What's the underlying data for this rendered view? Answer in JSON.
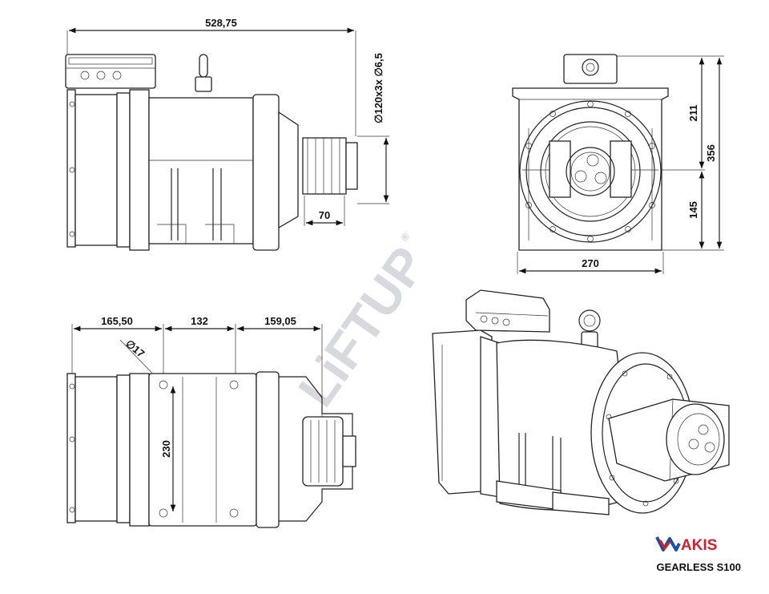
{
  "dimensions": {
    "overall_length": "528,75",
    "flange_holes": "∅120x3x ∅6,5",
    "sheave_width": "70",
    "upper_height": "211",
    "total_height": "356",
    "lower_height": "145",
    "base_width": "270",
    "offset_1": "165,50",
    "offset_2": "132",
    "offset_3": "159,05",
    "bolt_diameter": "∅17",
    "foot_spacing": "230"
  },
  "watermark": {
    "text": "LiFTUP",
    "mark": "®"
  },
  "brand": {
    "name": "AKIS"
  },
  "product": {
    "title": "GEARLESS S100"
  },
  "colors": {
    "brand_red": "#d91e2a",
    "brand_blue": "#1f4ea3",
    "watermark_grey": "#c8ccd2",
    "watermark_blue": "#b8cfe6"
  }
}
